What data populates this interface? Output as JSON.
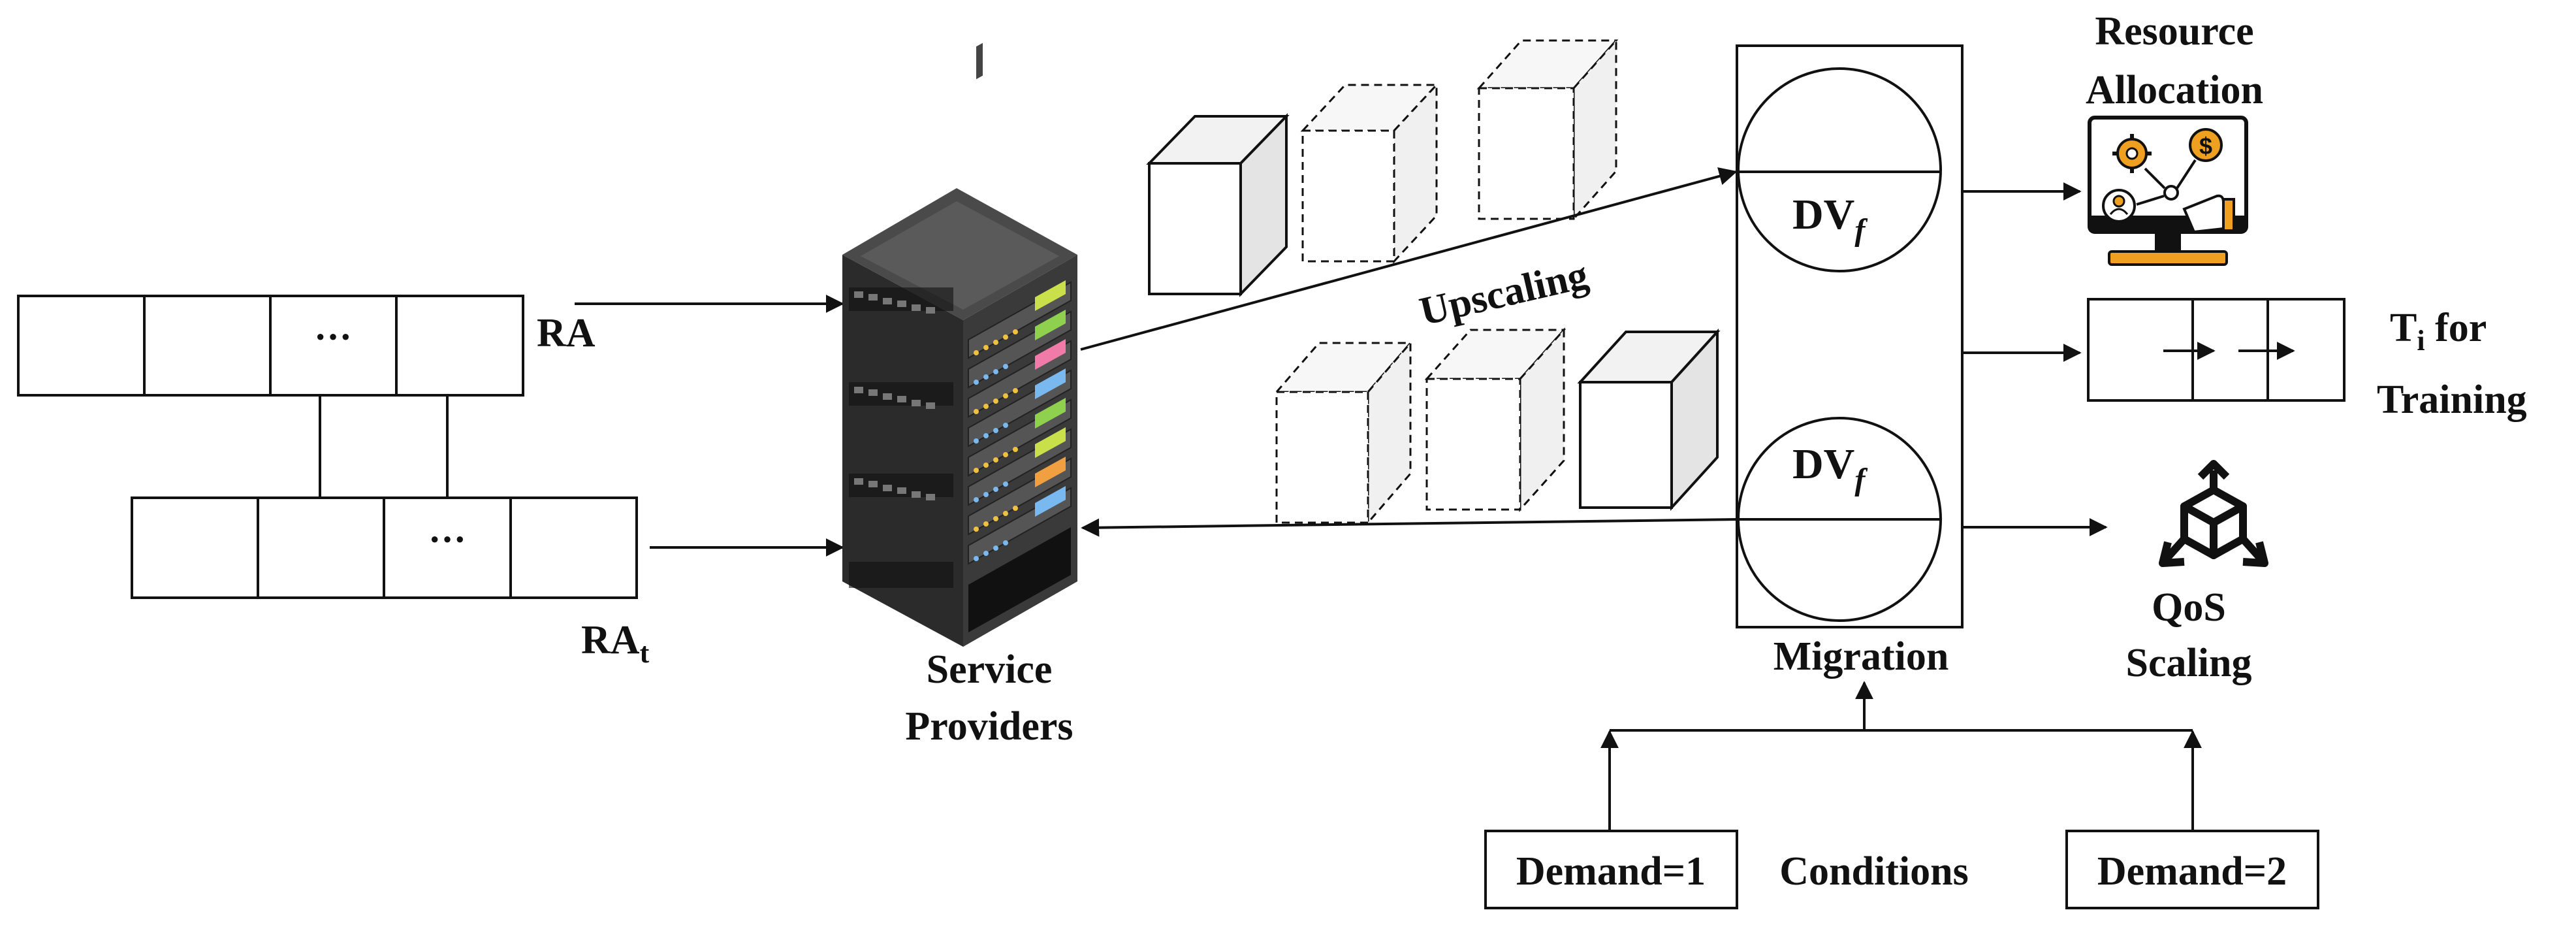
{
  "labels": {
    "ra": "RA",
    "ra_t_base": "RA",
    "ra_t_sub": "t",
    "ellipsis": "···",
    "service_providers_line1": "Service",
    "service_providers_line2": "Providers",
    "upscaling": "Upscaling",
    "dv_base": "DV",
    "dv_sub": "f",
    "migration": "Migration",
    "resource_allocation_line1": "Resource",
    "resource_allocation_line2": "Allocation",
    "ti_base": "T",
    "ti_sub": "i",
    "ti_rest": " for",
    "training": "Training",
    "qos_line1": "QoS",
    "qos_line2": "Scaling",
    "demand1": "Demand=1",
    "conditions": "Conditions",
    "demand2": "Demand=2"
  },
  "icons": {
    "server": "server-rack-icon",
    "resource_allocation": "monitor-gear-dollar-user-icon",
    "qos": "cube-arrows-icon"
  },
  "colors": {
    "stroke": "#111111",
    "server_dark": "#3a3a3a",
    "icon_orange": "#F0A020",
    "cube_face": "#f2f2f2"
  }
}
